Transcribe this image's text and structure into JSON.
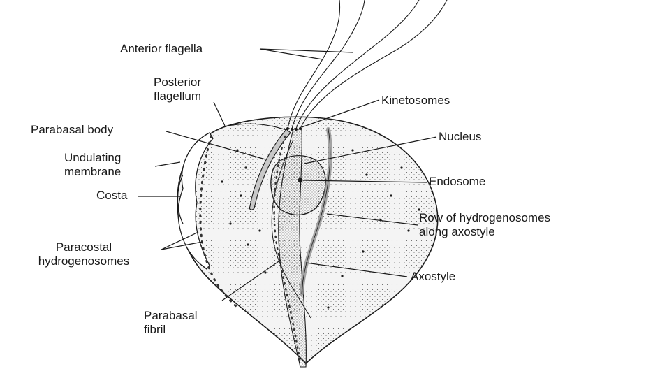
{
  "labels": {
    "anterior_flagella": "Anterior flagella",
    "posterior_flagellum": "Posterior\nflagellum",
    "kinetosomes": "Kinetosomes",
    "parabasal_body": "Parabasal body",
    "nucleus": "Nucleus",
    "undulating_membrane": "Undulating\nmembrane",
    "endosome": "Endosome",
    "costa": "Costa",
    "row_of_hydrogenosomes": "Row of hydrogenosomes\nalong axostyle",
    "paracostal_hydrogenosomes": "Paracostal\nhydrogenosomes",
    "axostyle": "Axostyle",
    "parabasal_fibril": "Parabasal\nfibril"
  },
  "colors": {
    "ink": "#1a1a1a",
    "background": "#ffffff",
    "cell_fill": "#f2f2f2",
    "structure_fill": "#c8c8c8"
  }
}
